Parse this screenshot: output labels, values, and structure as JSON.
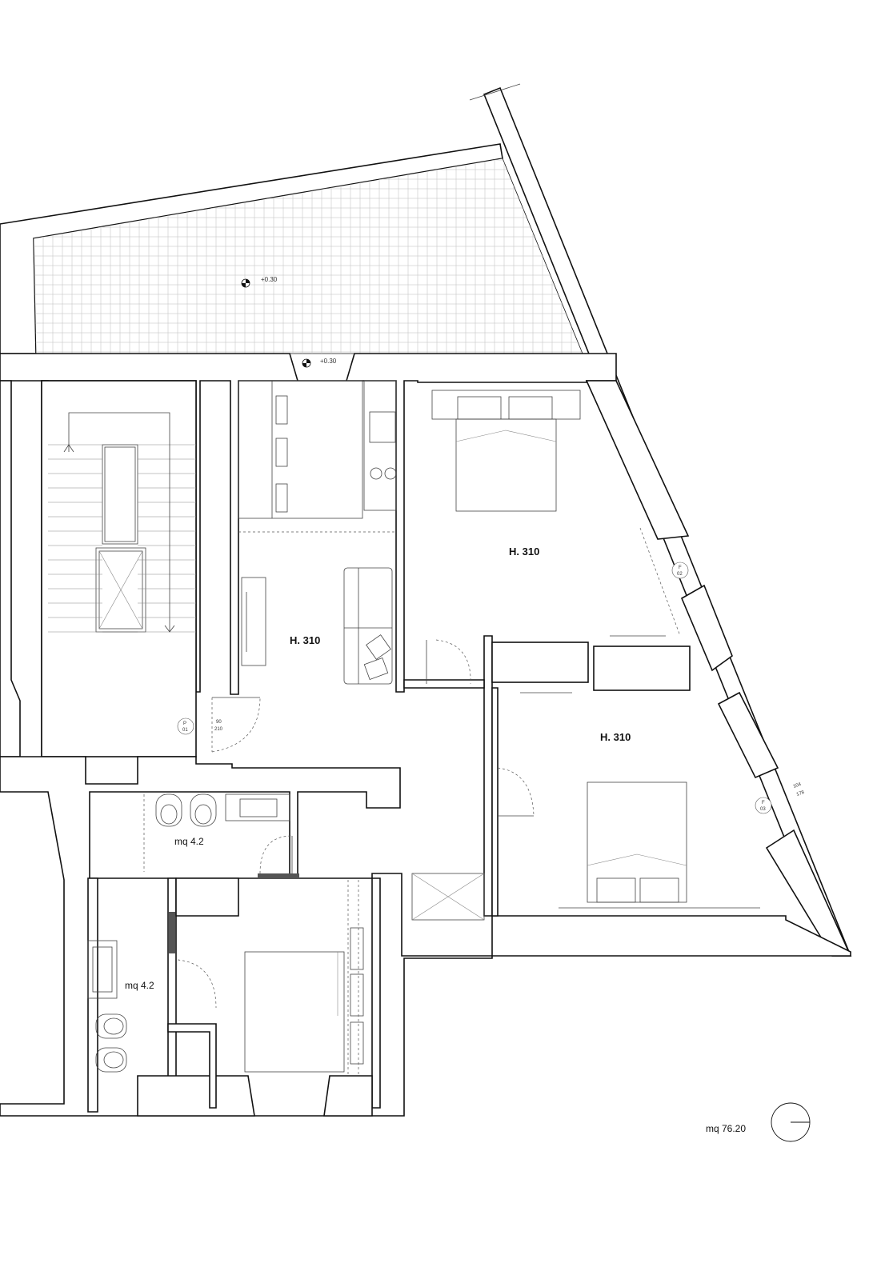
{
  "rooms": {
    "living_height": "H. 310",
    "bedroom_1_height": "H. 310",
    "bedroom_2_height": "H. 310",
    "bath_1_area": "mq 4.2",
    "bath_2_area": "mq 4.2"
  },
  "total_area": "mq 76.20",
  "levels": {
    "terrace": "+0.30",
    "entrance": "+0.30"
  },
  "doors": [
    {
      "tag": "P\n01",
      "tag_line1": "P",
      "tag_line2": "01",
      "width": "90",
      "height": "210"
    },
    {
      "tag_line1": "F",
      "tag_line2": "02"
    },
    {
      "tag_line1": "F",
      "tag_line2": "03",
      "width": "104",
      "height": "178"
    }
  ],
  "colors": {
    "walls": "#111111",
    "background": "#ffffff",
    "grid": "#bdbdbd"
  },
  "icons": [
    "level-marker-icon",
    "north-arrow-icon"
  ]
}
